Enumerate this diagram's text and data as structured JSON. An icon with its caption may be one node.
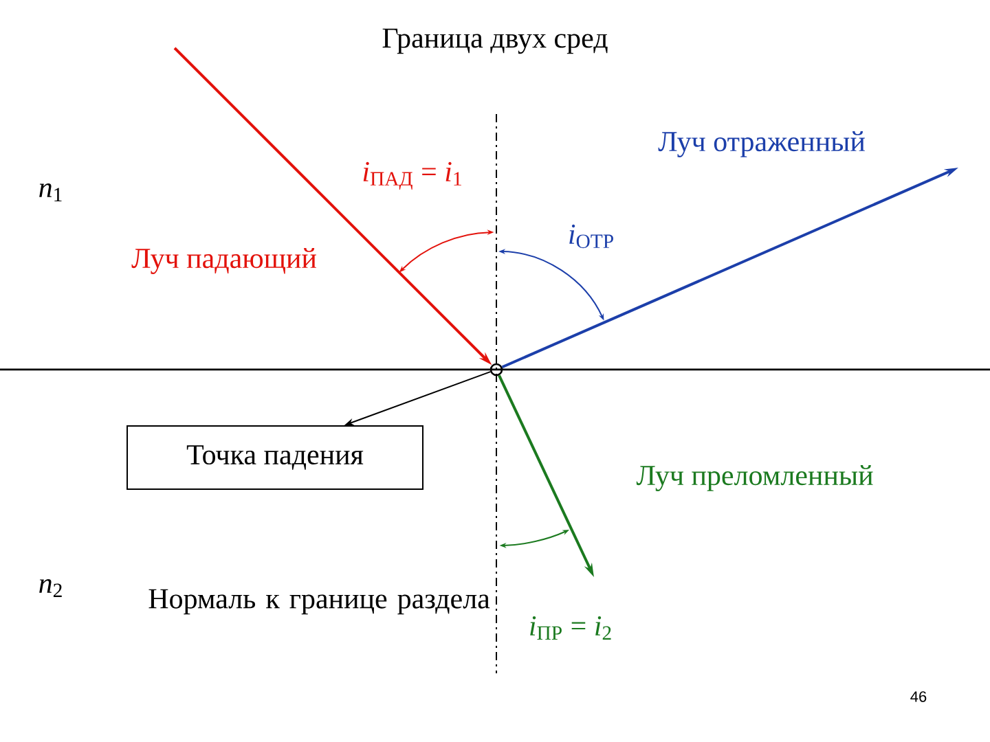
{
  "diagram": {
    "title": "Граница двух сред",
    "nodes": [
      {
        "text": [],
        "shape": "circle"
      },
      {
        "text": [
          "Точка падения"
        ]
      }
    ],
    "edges": [
      {
        "from": null,
        "to": 0,
        "arrow": "to",
        "color": "#e3120b"
      },
      {
        "from": 0,
        "to": null,
        "arrow": "to",
        "color": "#1c3faa"
      },
      {
        "from": 0,
        "to": null,
        "arrow": "to",
        "color": "#1b7a1f"
      },
      {
        "from": 0,
        "to": 1,
        "arrow": "to",
        "color": "#000000"
      }
    ],
    "labels": [
      "*n*$_{1}$",
      "*i*$_{ПАД}$ = *i*$_{1}$",
      "Луч отраженный",
      "Луч падающий",
      "*i*$_{ОТР}$",
      "Луч преломленный",
      "*n*$_{2}$",
      "Нормаль к границе раздела",
      "*i*$_{ПР}$ = *i*$_{2}$",
      "46"
    ]
  }
}
